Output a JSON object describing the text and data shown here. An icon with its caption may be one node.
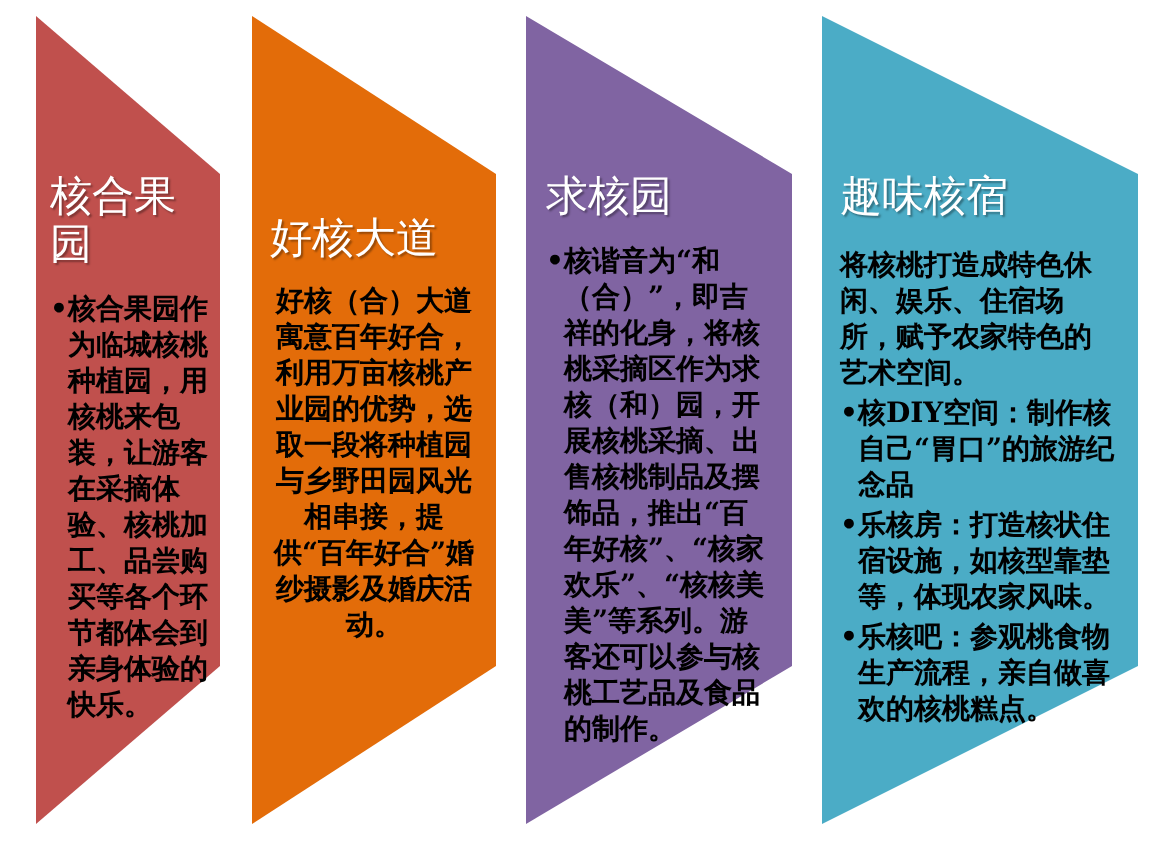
{
  "diagram": {
    "nodes": [
      {
        "text": [
          "核合果园",
          "•核合果园作为临城核桃种植园，用核桃来包装，让游客在采摘体验、核桃加工、品尝购买等各个环节都体会到亲身体验的快乐。"
        ]
      },
      {
        "text": [
          "好核大道",
          "好核（合）大道寓意百年好合，利用万亩核桃产业园的优势，选取一段将种植园与乡野田园风光相串接，提供“百年好合”婚纱摄影及婚庆活动。"
        ]
      },
      {
        "text": [
          "求核园",
          "•核谐音为“和（合）”，即吉祥的化身，将核桃采摘区作为求核（和）园，开展核桃采摘、出售核桃制品及摆饰品，推出“百年好核”、“核家欢乐”、“核核美美”等系列。游客还可以参与核桃工艺品及食品的制作。"
        ]
      },
      {
        "text": [
          "趣味核宿",
          "将核桃打造成特色休闲、娱乐、住宿场所，赋予农家特色的艺术空间。",
          "•核DIY空间：制作核自己“胃口”的旅游纪念品",
          "•乐核房：打造核状住宿设施，如核型靠垫等，体现农家风味。",
          "•乐核吧：参观桃食物生产流程，亲自做喜欢的核桃糕点。"
        ]
      }
    ]
  }
}
